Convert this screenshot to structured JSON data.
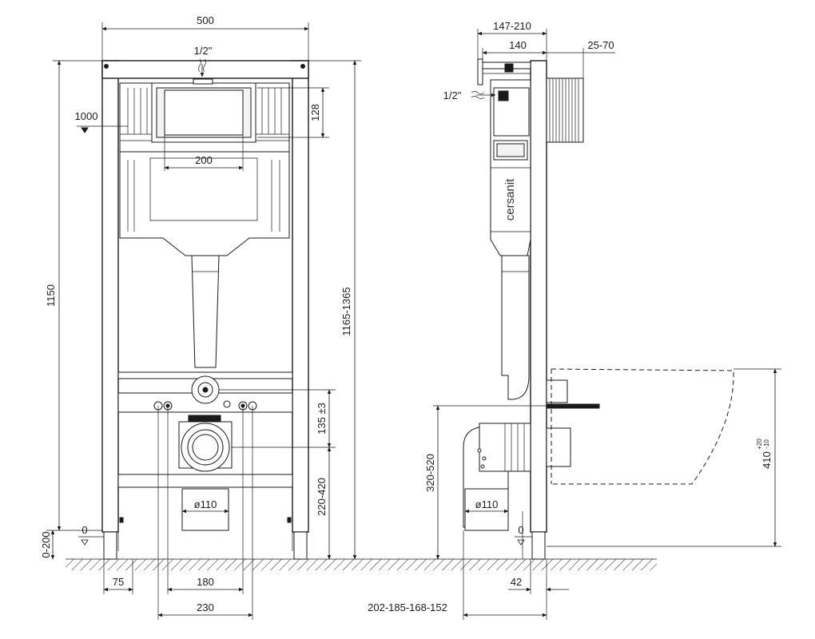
{
  "front_view": {
    "width_total": "500",
    "water_inlet": "1/2\"",
    "ref_level": "1000",
    "cistern_height": "128",
    "button_width": "200",
    "frame_height": "1150",
    "height_range": "1165-1365",
    "stud_offset": "135 ±3",
    "drain_height": "220-420",
    "drain_diameter": "ø110",
    "zero_mark": "0",
    "leg_range": "0-200",
    "leg_width": "75",
    "stud_spacing": "180",
    "outer_spacing": "230"
  },
  "side_view": {
    "depth_range": "147-210",
    "depth": "140",
    "wall_range": "25-70",
    "water_inlet": "1/2\"",
    "brand": "cersanit",
    "drain_height": "320-520",
    "drain_diameter": "ø110",
    "zero_mark": "0",
    "foot_offset": "42",
    "bend_offsets": "202-185-168-152",
    "bowl_height": "410",
    "bowl_tol_plus": "+20",
    "bowl_tol_minus": "-10"
  }
}
